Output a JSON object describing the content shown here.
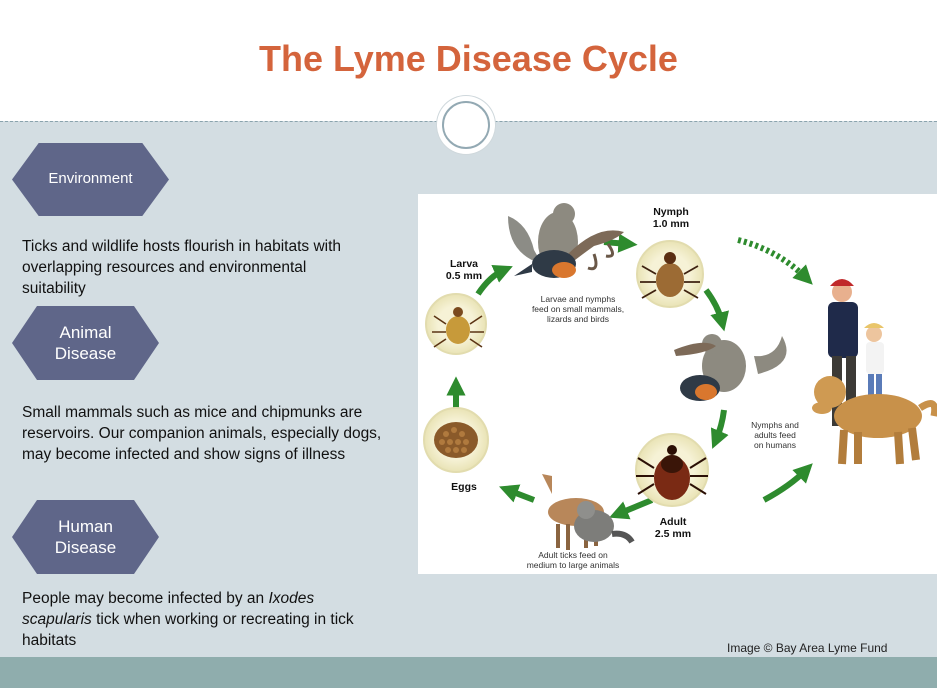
{
  "slide": {
    "title": "The Lyme Disease Cycle",
    "accent_color": "#d4643c",
    "hex_color": "#5f6689",
    "background_color": "#d3dde2"
  },
  "sections": [
    {
      "heading_line1": "Environment",
      "heading_line2": "",
      "text_plain": "Ticks and wildlife hosts flourish in habitats with overlapping resources and environmental suitability"
    },
    {
      "heading_line1": "Animal",
      "heading_line2": "Disease",
      "text_plain": "Small mammals such as mice and chipmunks are reservoirs.  Our companion animals, especially dogs, may become infected and show signs of illness"
    },
    {
      "heading_line1": "Human",
      "heading_line2": "Disease",
      "text_before": "People may become infected by an ",
      "text_italic": "Ixodes scapularis",
      "text_after": " tick when working or recreating in tick habitats"
    }
  ],
  "diagram": {
    "larva_label": "Larva",
    "larva_size": "0.5 mm",
    "nymph_label": "Nymph",
    "nymph_size": "1.0 mm",
    "adult_label": "Adult",
    "adult_size": "2.5 mm",
    "eggs_label": "Eggs",
    "note_small_hosts_1": "Larvae and nymphs",
    "note_small_hosts_2": "feed on small mammals,",
    "note_small_hosts_3": "lizards and birds",
    "note_large_hosts_1": "Adult ticks feed on",
    "note_large_hosts_2": "medium to large animals",
    "note_humans_1": "Nymphs and",
    "note_humans_2": "adults feed",
    "note_humans_3": "on humans",
    "arrow_color": "#2e8b2e",
    "icons": [
      "squirrel-icon",
      "bird-icon",
      "lizard-icon",
      "tick-icon",
      "deer-icon",
      "raccoon-icon",
      "person-icon",
      "dog-icon",
      "eggs-icon"
    ]
  },
  "credit": "Image © Bay Area Lyme Fund"
}
